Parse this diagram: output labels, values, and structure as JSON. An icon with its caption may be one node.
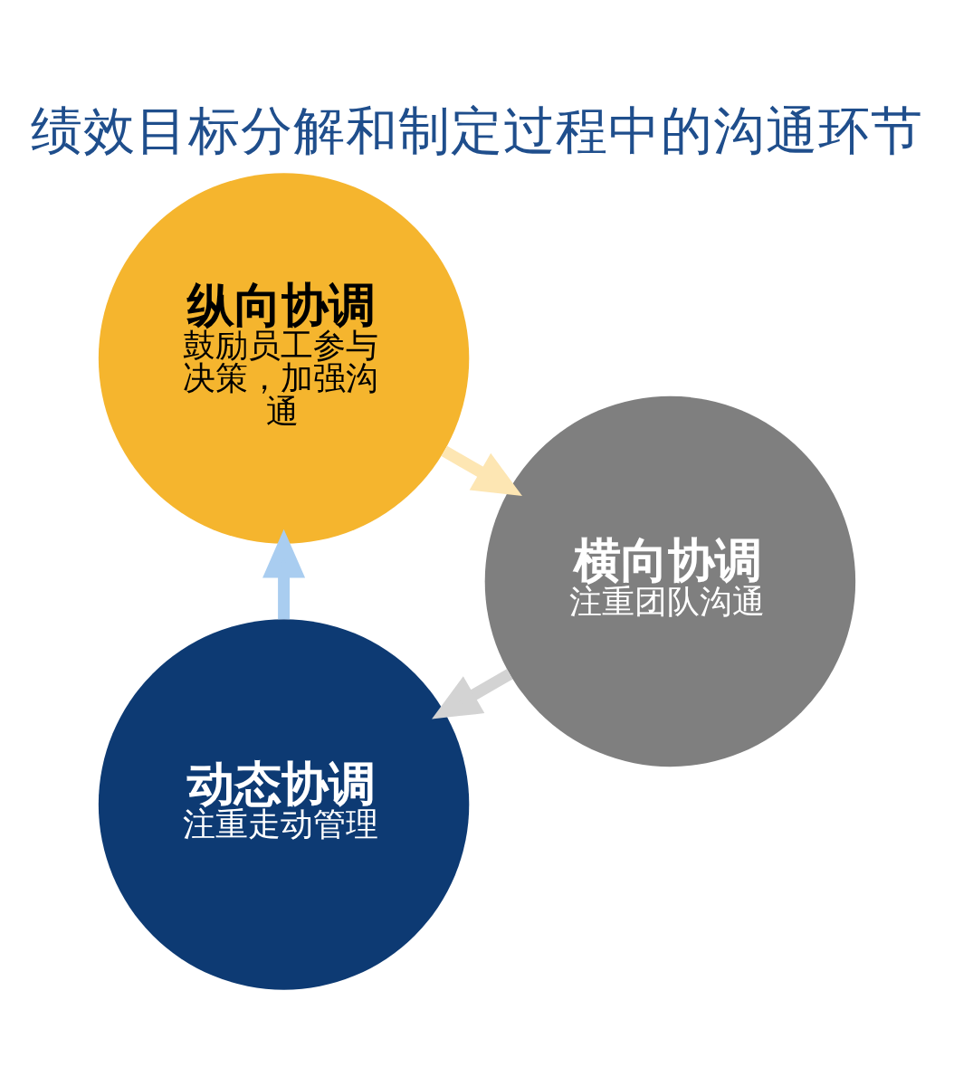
{
  "diagram": {
    "title": "绩效目标分解和制定过程中的沟通环节",
    "nodes": [
      {
        "text": [
          "动态协调",
          "注重走动管理"
        ]
      },
      {
        "text": [
          "纵向协调",
          "鼓励员工参与决策，加强沟通"
        ]
      },
      {
        "text": [
          "横向协调",
          "注重团队沟通"
        ]
      }
    ],
    "edges": [
      {
        "from": 0,
        "to": 1,
        "arrow": "to",
        "color": "#a9cdf0"
      },
      {
        "from": 1,
        "to": 2,
        "arrow": "to",
        "color": "#fde6b3"
      },
      {
        "from": 2,
        "to": 0,
        "arrow": "to",
        "color": "#d3d3d3"
      }
    ]
  }
}
